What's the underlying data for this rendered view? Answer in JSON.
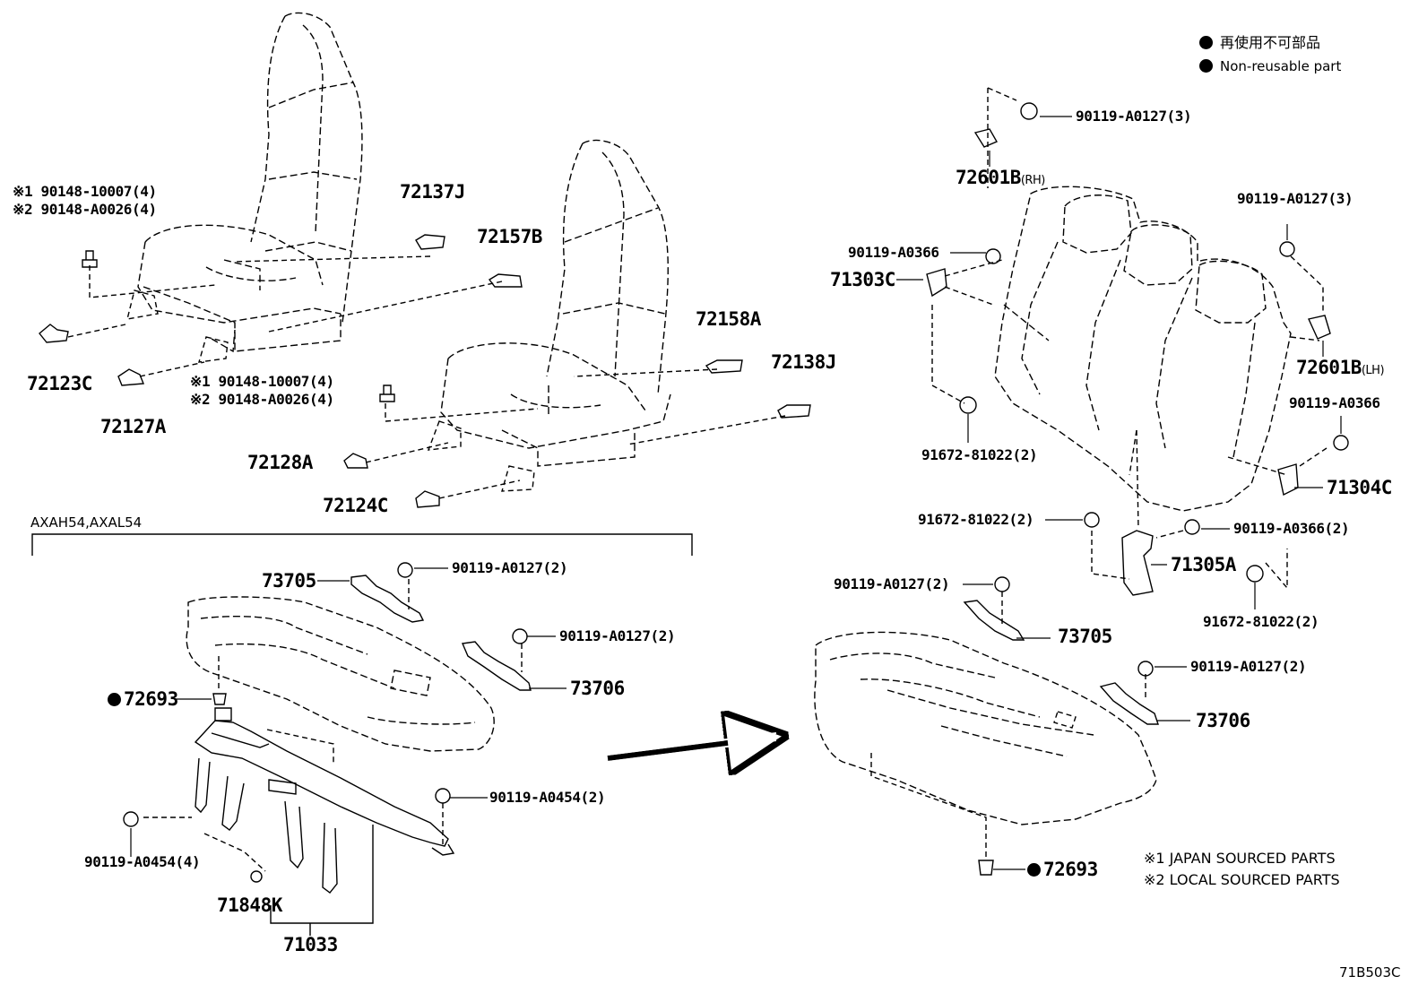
{
  "legend": {
    "line1": "再使用不可部品",
    "line2": "Non-reusable part",
    "marker": "●"
  },
  "variant_label": "AXAH54,AXAL54",
  "source_notes": {
    "note1": "※1 JAPAN SOURCED PARTS",
    "note2": "※2 LOCAL SOURCED PARTS"
  },
  "diagram_code": "71B503C",
  "parts": {
    "p90148_10007_a": "※1 90148-10007(4)",
    "p90148_a0026_a": "※2 90148-A0026(4)",
    "p72137J": "72137J",
    "p72157B": "72157B",
    "p72123C": "72123C",
    "p72127A": "72127A",
    "p90148_10007_b": "※1 90148-10007(4)",
    "p90148_a0026_b": "※2 90148-A0026(4)",
    "p72158A": "72158A",
    "p72138J": "72138J",
    "p72128A": "72128A",
    "p72124C": "72124C",
    "p73705_l": "73705",
    "p90119_a0127_2_a": "90119-A0127(2)",
    "p90119_a0127_2_b": "90119-A0127(2)",
    "p73706_l": "73706",
    "p72693_l": "72693",
    "p90119_a0454_2": "90119-A0454(2)",
    "p90119_a0454_4": "90119-A0454(4)",
    "p71848K": "71848K",
    "p71033": "71033",
    "p90119_a0127_3_a": "90119-A0127(3)",
    "p72601B_rh": "72601B",
    "rh": "(RH)",
    "p90119_a0127_3_b": "90119-A0127(3)",
    "p90119_a0366_a": "90119-A0366",
    "p71303C": "71303C",
    "p72601B_lh": "72601B",
    "lh": "(LH)",
    "p90119_a0366_b": "90119-A0366",
    "p91672_81022_a": "91672-81022(2)",
    "p71304C": "71304C",
    "p91672_81022_b": "91672-81022(2)",
    "p90119_a0366_2": "90119-A0366(2)",
    "p71305A": "71305A",
    "p90119_a0127_2_c": "90119-A0127(2)",
    "p91672_81022_c": "91672-81022(2)",
    "p73705_r": "73705",
    "p90119_a0127_2_d": "90119-A0127(2)",
    "p73706_r": "73706",
    "p72693_r": "72693"
  }
}
